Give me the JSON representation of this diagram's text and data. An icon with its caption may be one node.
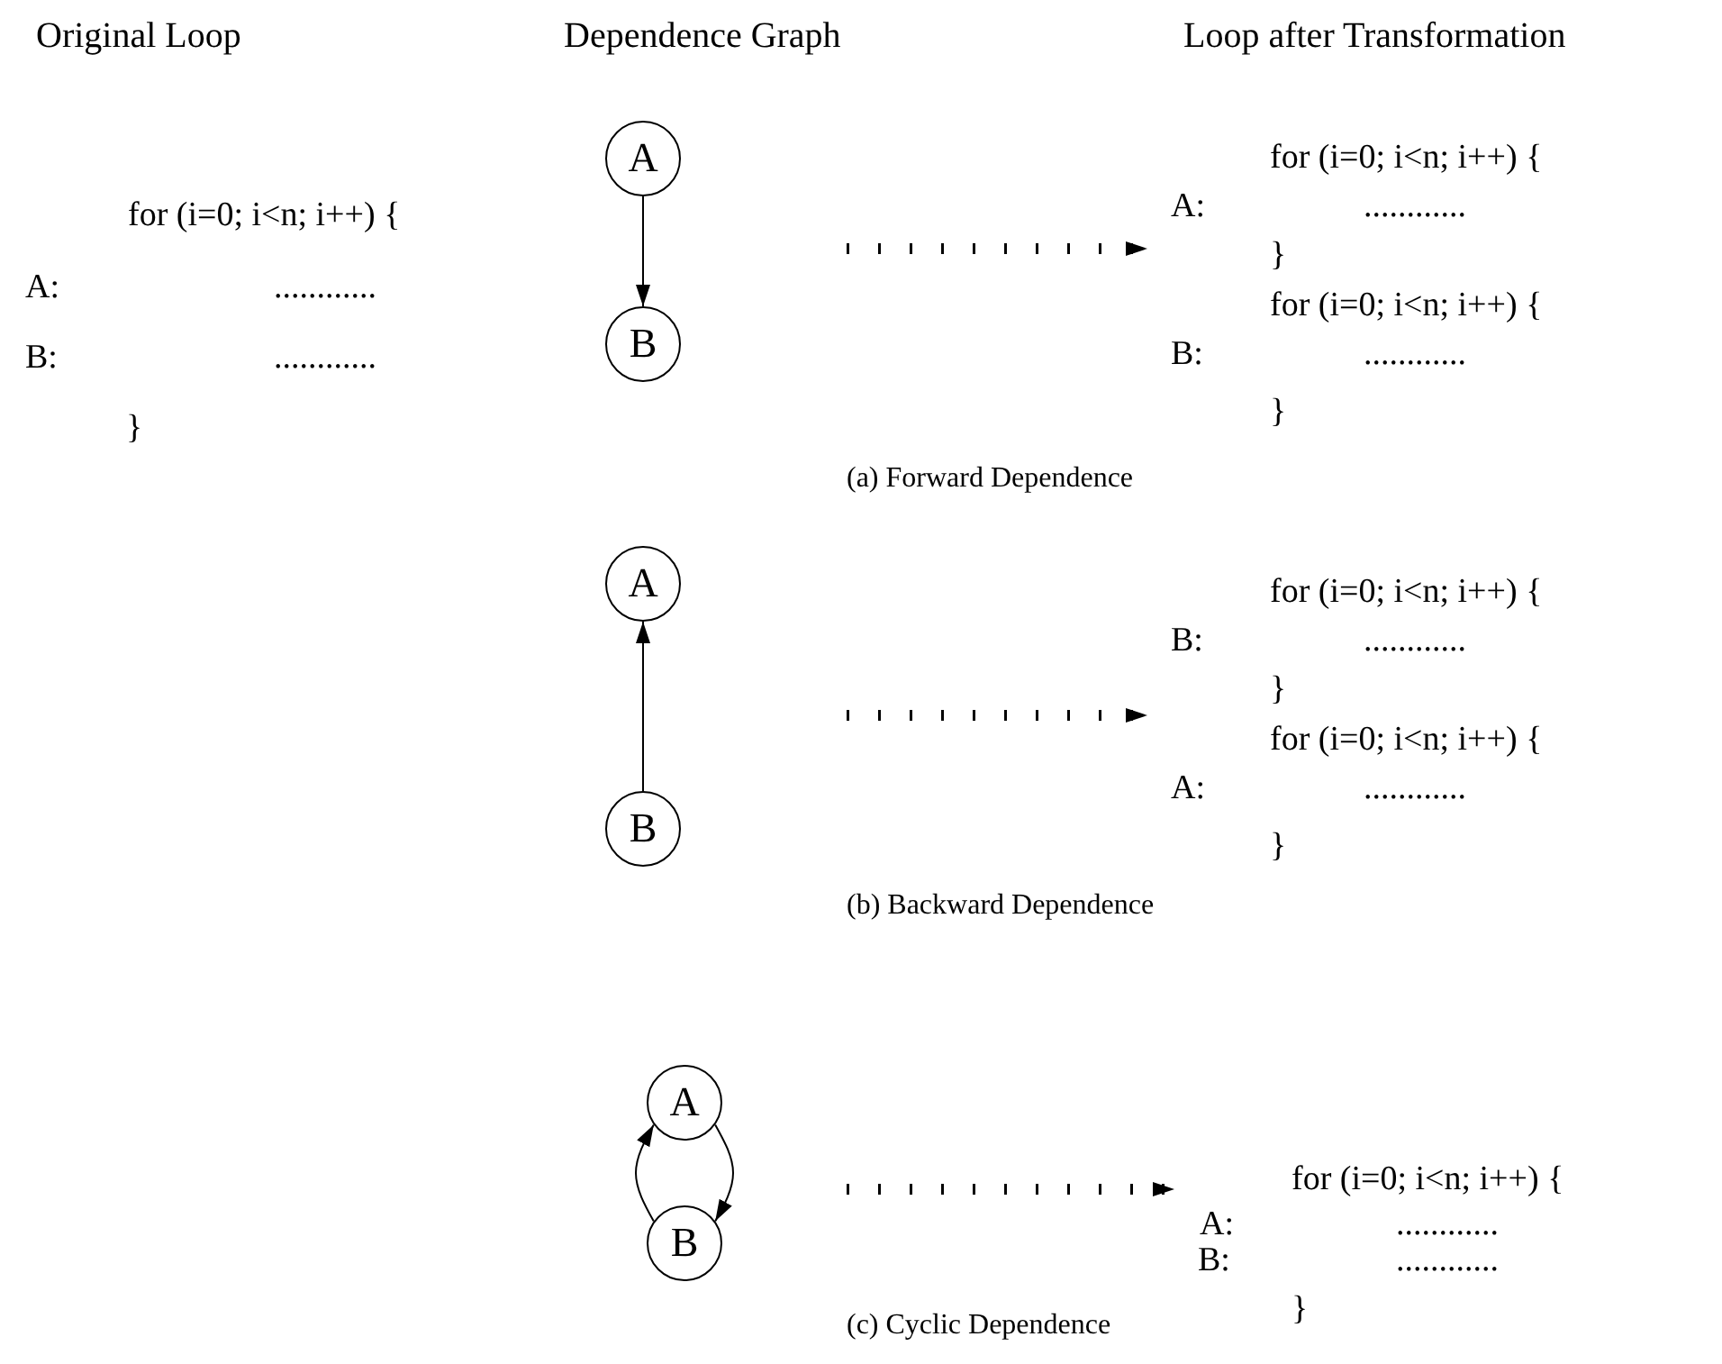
{
  "diagram": {
    "nodes": [
      {
        "text": [
          "A"
        ]
      },
      {
        "text": [
          "B"
        ]
      },
      {
        "text": [
          "for (i=0; i<n; i++) {",
          "A:",
          "............",
          "}",
          "for (i=0; i<n; i++) {",
          "B:",
          "............",
          "}"
        ]
      },
      {
        "text": [
          "A"
        ]
      },
      {
        "text": [
          "B"
        ]
      },
      {
        "text": [
          "for (i=0; i<n; i++) {",
          "B:",
          "............",
          "}",
          "for (i=0; i<n; i++) {",
          "A:",
          "............",
          "}"
        ]
      },
      {
        "text": [
          "A"
        ]
      },
      {
        "text": [
          "B"
        ]
      },
      {
        "text": [
          "for (i=0; i<n; i++) {",
          "A:",
          "............",
          "B:",
          "............",
          "}"
        ]
      }
    ],
    "edges": [
      {
        "from": 0,
        "to": 1,
        "arrow": "to"
      },
      {
        "from": null,
        "to": 2,
        "arrow": "to",
        "style": "dashed"
      },
      {
        "from": 4,
        "to": 3,
        "arrow": "to"
      },
      {
        "from": null,
        "to": 5,
        "arrow": "to",
        "style": "dashed"
      },
      {
        "from": 6,
        "to": 7,
        "arrow": "to"
      },
      {
        "from": 7,
        "to": 6,
        "arrow": "to"
      },
      {
        "from": null,
        "to": 8,
        "arrow": "to",
        "style": "dashed"
      }
    ],
    "labels": [
      "Original Loop",
      "Dependence Graph",
      "Loop after Transformation",
      "for (i=0; i<n; i++) {",
      "A:",
      "............",
      "B:",
      "............",
      "}",
      "(a) Forward Dependence",
      "(b) Backward Dependence",
      "(c) Cyclic Dependence"
    ]
  }
}
